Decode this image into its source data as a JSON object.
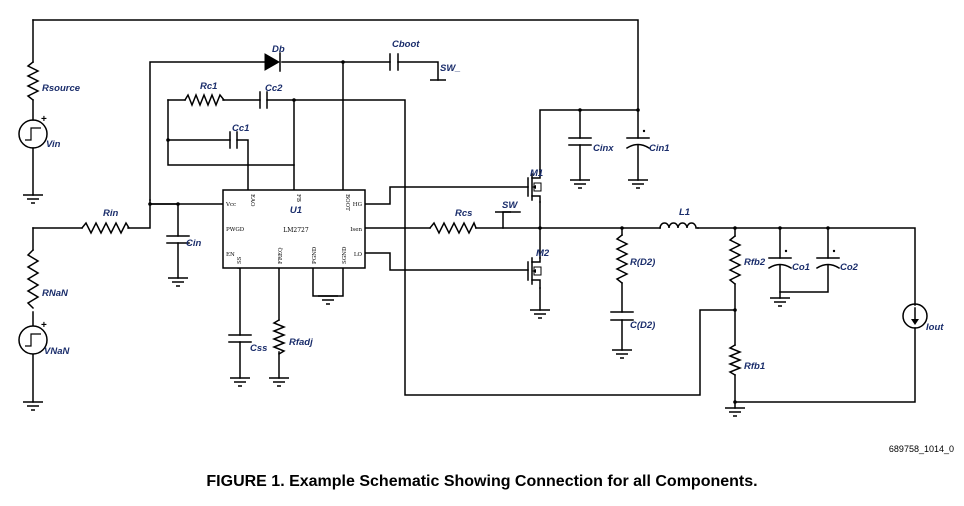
{
  "components": {
    "rsource": "Rsource",
    "vin": "Vin",
    "rnan": "RNaN",
    "vnan": "VNaN",
    "rin": "Rin",
    "cin": "Cin",
    "db": "Db",
    "cboot": "Cboot",
    "sw_net": "SW_",
    "rc1": "Rc1",
    "cc2": "Cc2",
    "cc1": "Cc1",
    "u1": "U1",
    "u1_part": "LM2727",
    "css": "Css",
    "rfadj": "Rfadj",
    "rcs": "Rcs",
    "sw": "SW",
    "m1": "M1",
    "m2": "M2",
    "cinx": "Cinx",
    "cin1": "Cin1",
    "l1": "L1",
    "rd2": "R(D2)",
    "cd2": "C(D2)",
    "rfb2": "Rfb2",
    "rfb1": "Rfb1",
    "co1": "Co1",
    "co2": "Co2",
    "iout": "Iout"
  },
  "pins": {
    "vcc": "Vcc",
    "pwgd": "PWGD",
    "en": "EN",
    "eao": "EAO",
    "fb": "FB",
    "boot": "BOOT",
    "hg": "HG",
    "isen": "Isen",
    "lo": "LO",
    "ss": "SS",
    "freq": "FREQ",
    "pgnd": "PGND",
    "sgnd": "SGND"
  },
  "figure_id": "689758_1014_0",
  "caption": "FIGURE 1.  Example Schematic Showing Connection for all Components."
}
